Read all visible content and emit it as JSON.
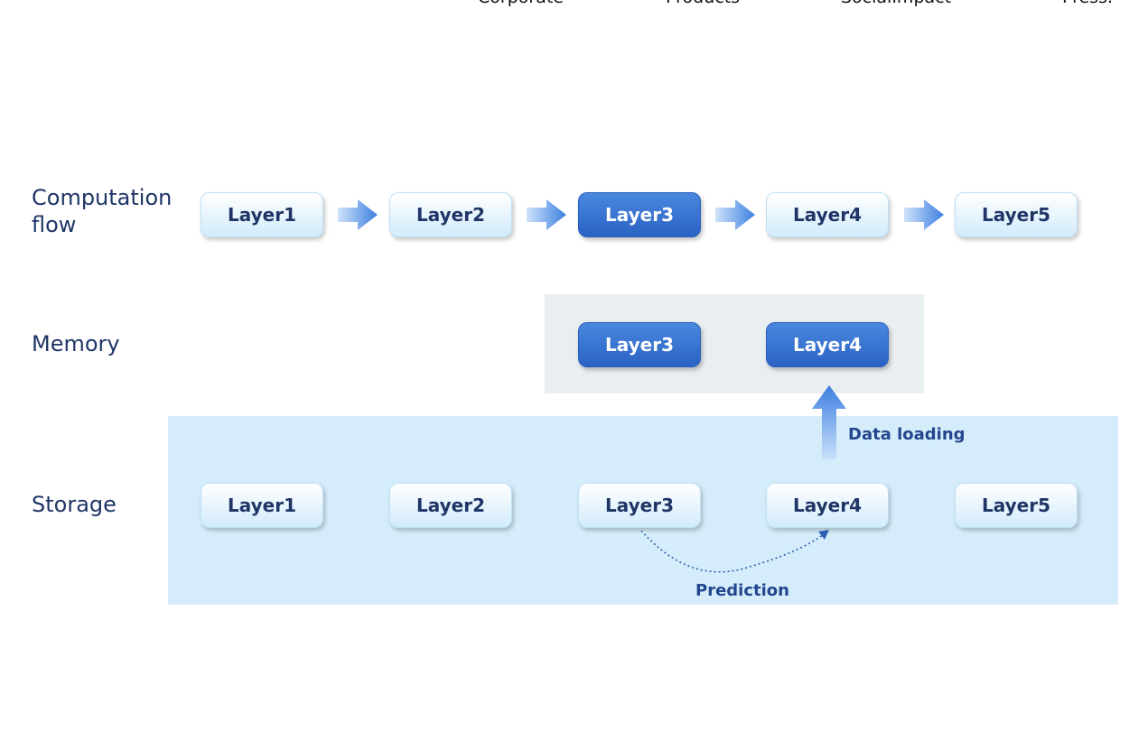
{
  "nav": {
    "items": [
      "Corporate",
      "Products",
      "SocialImpact",
      "Press."
    ]
  },
  "labels": {
    "computation_line1": "Computation",
    "computation_line2": "flow",
    "memory": "Memory",
    "storage": "Storage"
  },
  "computation_flow": [
    "Layer1",
    "Layer2",
    "Layer3",
    "Layer4",
    "Layer5"
  ],
  "memory_layers": [
    "Layer3",
    "Layer4"
  ],
  "storage_layers": [
    "Layer1",
    "Layer2",
    "Layer3",
    "Layer4",
    "Layer5"
  ],
  "annotations": {
    "data_loading": "Data loading",
    "prediction": "Prediction"
  },
  "colors": {
    "active_node": "#2f6ad0",
    "inactive_node": "#d2ebfb",
    "memory_panel": "#e9eef1",
    "storage_panel": "#d5edfa",
    "arrow": "#3d7fe0"
  }
}
